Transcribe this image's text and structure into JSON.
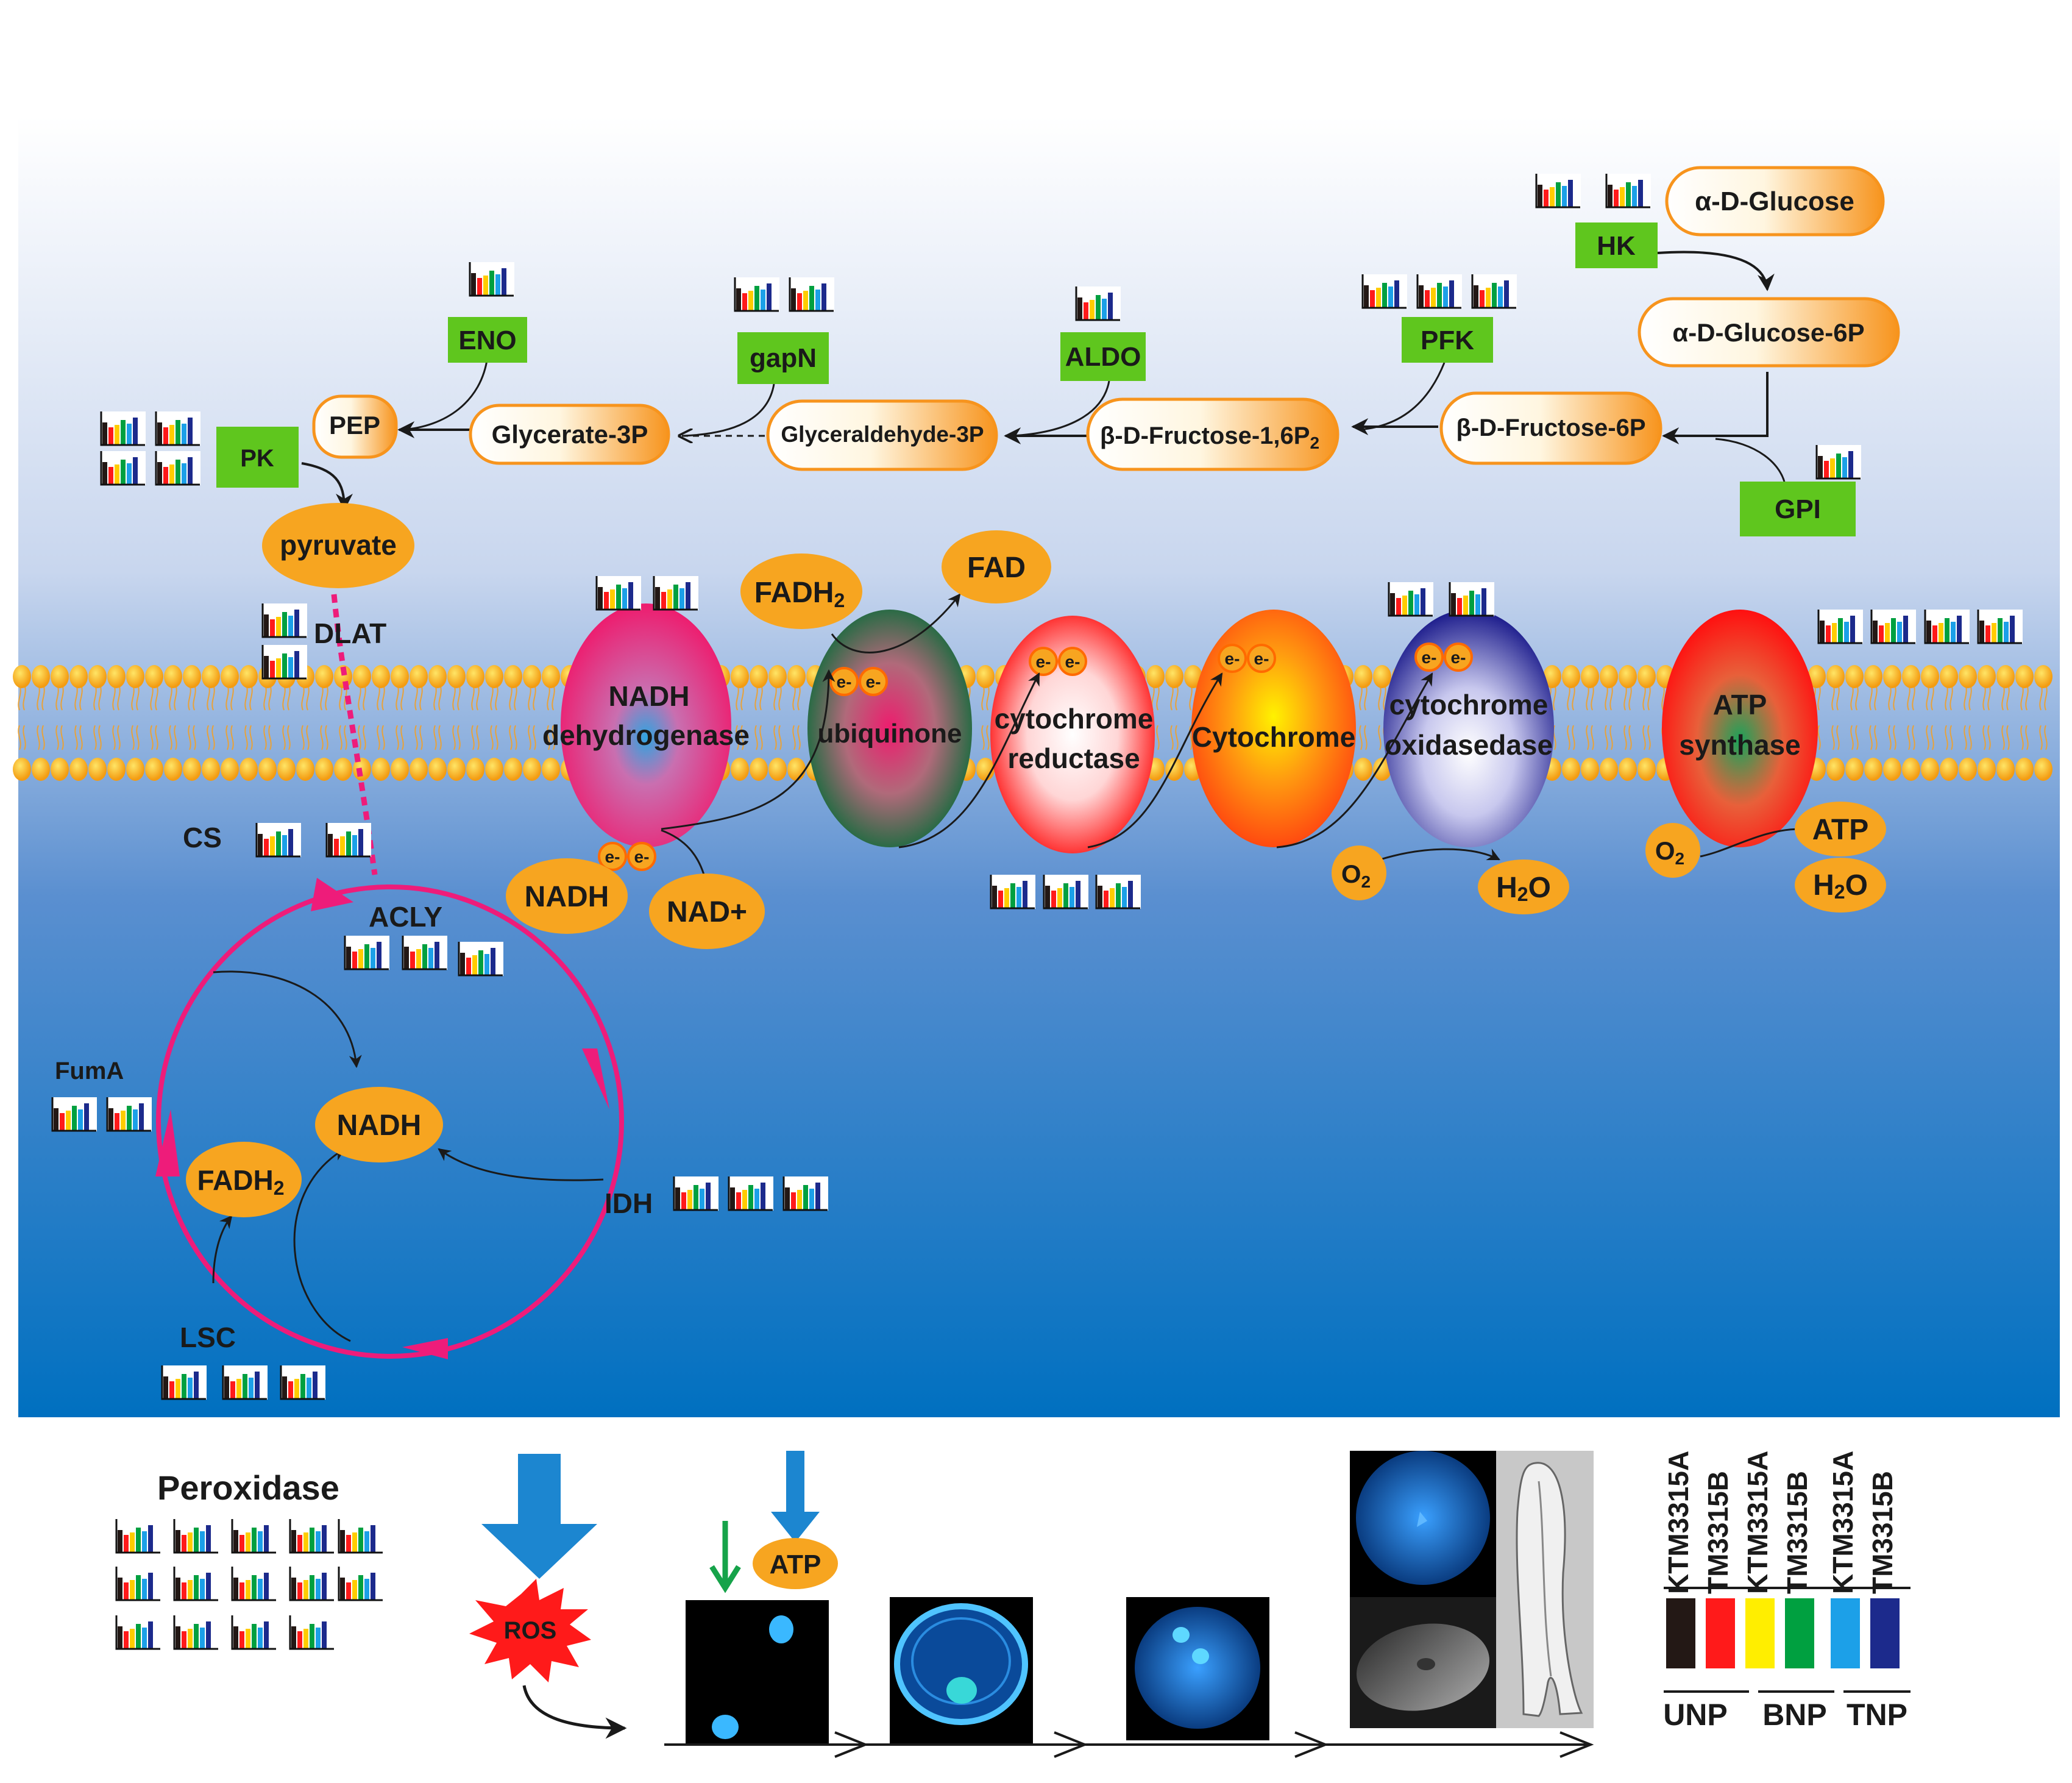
{
  "glycolysis": {
    "metabolites": {
      "glucose": "α-D-Glucose",
      "glucose6p": "α-D-Glucose-6P",
      "fructose6p": "β-D-Fructose-6P",
      "fructose16p": "β-D-Fructose-1,6P",
      "fructose16p_sub": "2",
      "glyceraldehyde3p": "Glyceraldehyde-3P",
      "glycerate3p": "Glycerate-3P",
      "pep": "PEP",
      "pyruvate": "pyruvate"
    },
    "enzymes": {
      "hk": "HK",
      "gpi": "GPI",
      "pfk": "PFK",
      "aldo": "ALDO",
      "gapn": "gapN",
      "eno": "ENO",
      "pk": "PK"
    }
  },
  "tca": {
    "labels": {
      "dlat": "DLAT",
      "cs": "CS",
      "acly": "ACLY",
      "fuma": "FumA",
      "idh": "IDH",
      "lsc": "LSC"
    },
    "nadh": "NADH",
    "fadh": "FADH",
    "fadh_sub": "2"
  },
  "etc": {
    "complexes": {
      "c1_line1": "NADH",
      "c1_line2": "dehydrogenase",
      "c2": "ubiquinone",
      "c3_line1": "cytochrome",
      "c3_line2": "reductase",
      "c4": "Cytochrome",
      "c5_line1": "cytochrome",
      "c5_line2": "oxidasedase",
      "c6_line1": "ATP",
      "c6_line2": "synthase"
    },
    "electron": "e-",
    "fadh2": "FADH",
    "fadh2_sub": "2",
    "fad": "FAD",
    "nadh": "NADH",
    "nad": "NAD+",
    "o2": "O",
    "o2_sub": "2",
    "h2o_h": "H",
    "h2o_sub": "2",
    "h2o_o": "O",
    "atp": "ATP"
  },
  "bottom": {
    "peroxidase": "Peroxidase",
    "ros": "ROS",
    "atp": "ATP"
  },
  "legend": {
    "samples": [
      "KTM3315A",
      "TM3315B",
      "KTM3315A",
      "TM3315B",
      "KTM3315A",
      "TM3315B"
    ],
    "colors": [
      "#231815",
      "#ff1a1a",
      "#ffee00",
      "#00a040",
      "#1ca0e8",
      "#1c2a8c"
    ],
    "groups": [
      "UNP",
      "BNP",
      "TNP"
    ]
  },
  "colors": {
    "enzyme_box": "#5fc61e",
    "metabolite_orange": "#f7a520",
    "cycle_arrow": "#ee1c7a",
    "membrane": "#f39c12"
  }
}
